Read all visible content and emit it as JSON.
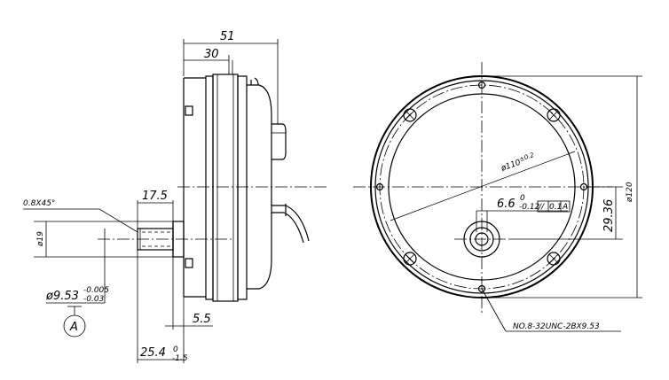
{
  "side_view": {
    "dim_overall_depth": "51",
    "dim_body_depth": "30",
    "dim_chamfer": "0.8X45°",
    "dim_shaft_length": "17.5",
    "dim_shaft_diameter": "ø19",
    "dim_pilot_diameter": "ø9.53",
    "dim_pilot_tol_upper": "-0.005",
    "dim_pilot_tol_lower": "-0.03",
    "datum_label": "A",
    "dim_flange_thickness": "5.5",
    "dim_shaft_protrusion": "25.4",
    "dim_protrusion_tol_upper": "0",
    "dim_protrusion_tol_lower": "-1.5"
  },
  "front_view": {
    "dim_bolt_circle": "ø110",
    "dim_bolt_circle_tol": "±0.2",
    "dim_outer_diameter": "ø120",
    "dim_vertical_offset": "29.36",
    "dim_flat": "6.6",
    "dim_flat_tol_upper": "0",
    "dim_flat_tol_lower": "-0.12",
    "fcf_symbol": "//",
    "fcf_tolerance": "0.1",
    "fcf_datum": "A",
    "thread_note": "NO.8-32UNC-2BX9.53"
  }
}
